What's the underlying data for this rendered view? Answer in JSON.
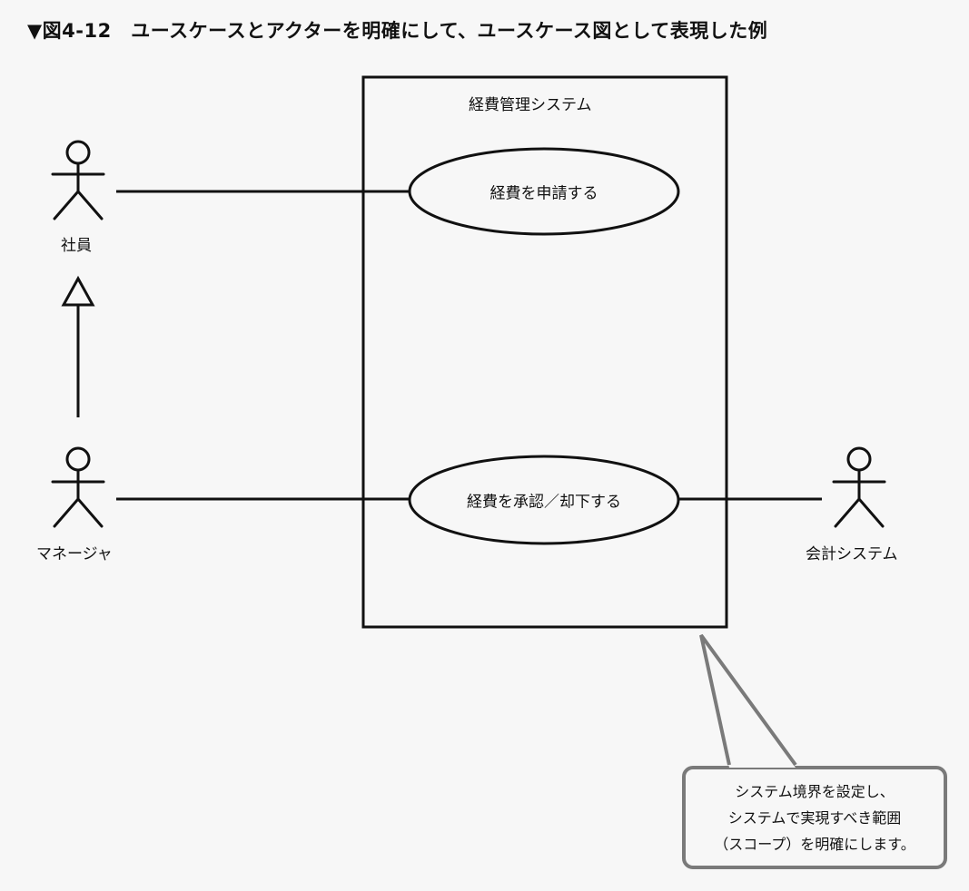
{
  "figure": {
    "title": "▼図4-12　ユースケースとアクターを明確にして、ユースケース図として表現した例"
  },
  "system": {
    "name": "経費管理システム"
  },
  "actors": [
    {
      "id": "employee",
      "label": "社員"
    },
    {
      "id": "manager",
      "label": "マネージャ"
    },
    {
      "id": "accounting",
      "label": "会計システム"
    }
  ],
  "usecases": [
    {
      "id": "apply",
      "label": "経費を申請する"
    },
    {
      "id": "approve",
      "label": "経費を承認／却下する"
    }
  ],
  "relationships": [
    {
      "type": "generalization",
      "from": "manager",
      "to": "employee"
    },
    {
      "type": "association",
      "actor": "employee",
      "usecase": "apply"
    },
    {
      "type": "association",
      "actor": "manager",
      "usecase": "approve"
    },
    {
      "type": "association",
      "actor": "accounting",
      "usecase": "approve"
    }
  ],
  "note": {
    "lines": [
      "システム境界を設定し、",
      "システムで実現すべき範囲",
      "（スコープ）を明確にします。"
    ],
    "colors": {
      "border": "#7a7a7a",
      "fill": "#f7f7f7"
    }
  }
}
